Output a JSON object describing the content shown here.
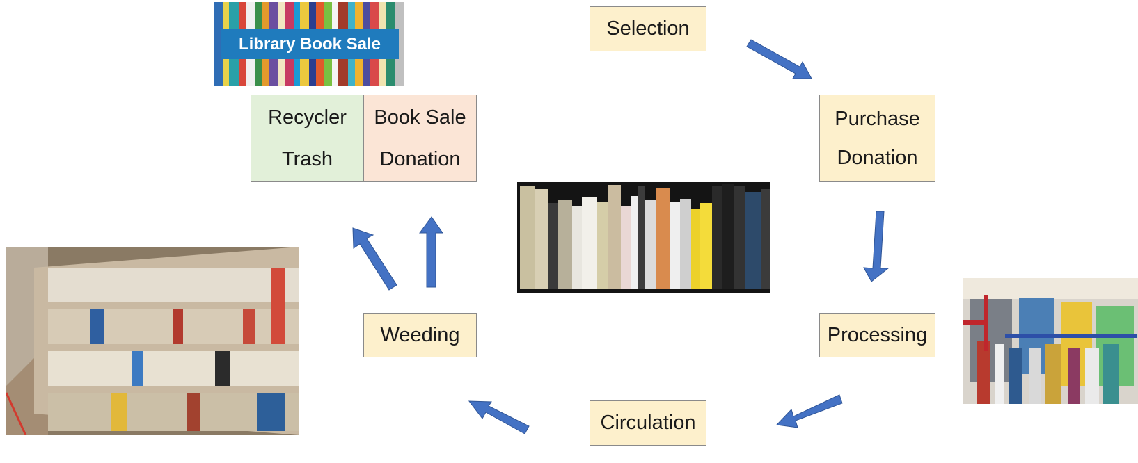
{
  "nodes": {
    "selection": "Selection",
    "purchase": "Purchase",
    "donation": "Donation",
    "processing": "Processing",
    "circulation": "Circulation",
    "weeding": "Weeding"
  },
  "disposal": {
    "left": {
      "line1": "Recycler",
      "line2": "Trash"
    },
    "right": {
      "line1": "Book Sale",
      "line2": "Donation"
    }
  },
  "banner_text": "Library Book Sale",
  "colors": {
    "arrow": "#4472c4",
    "node_fill": "#fdf0cc",
    "recycle_fill": "#e2f0d9",
    "sale_fill": "#fbe5d6",
    "banner": "#1f7bbd"
  }
}
